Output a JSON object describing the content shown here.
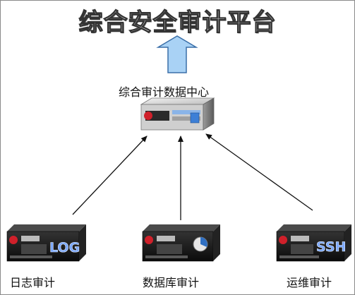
{
  "title": "综合安全审计平台",
  "center": {
    "label": "综合审计数据中心"
  },
  "nodes": [
    {
      "label": "日志审计",
      "badge": "LOG"
    },
    {
      "label": "数据库审计",
      "badge": ""
    },
    {
      "label": "运维审计",
      "badge": "SSH"
    }
  ],
  "colors": {
    "arrow_fill": "#a9d2f5",
    "arrow_stroke": "#3a6fa8",
    "server_body": "#1a1a1a",
    "server_top": "#dcdcdc",
    "logo_red": "#d0202a"
  }
}
